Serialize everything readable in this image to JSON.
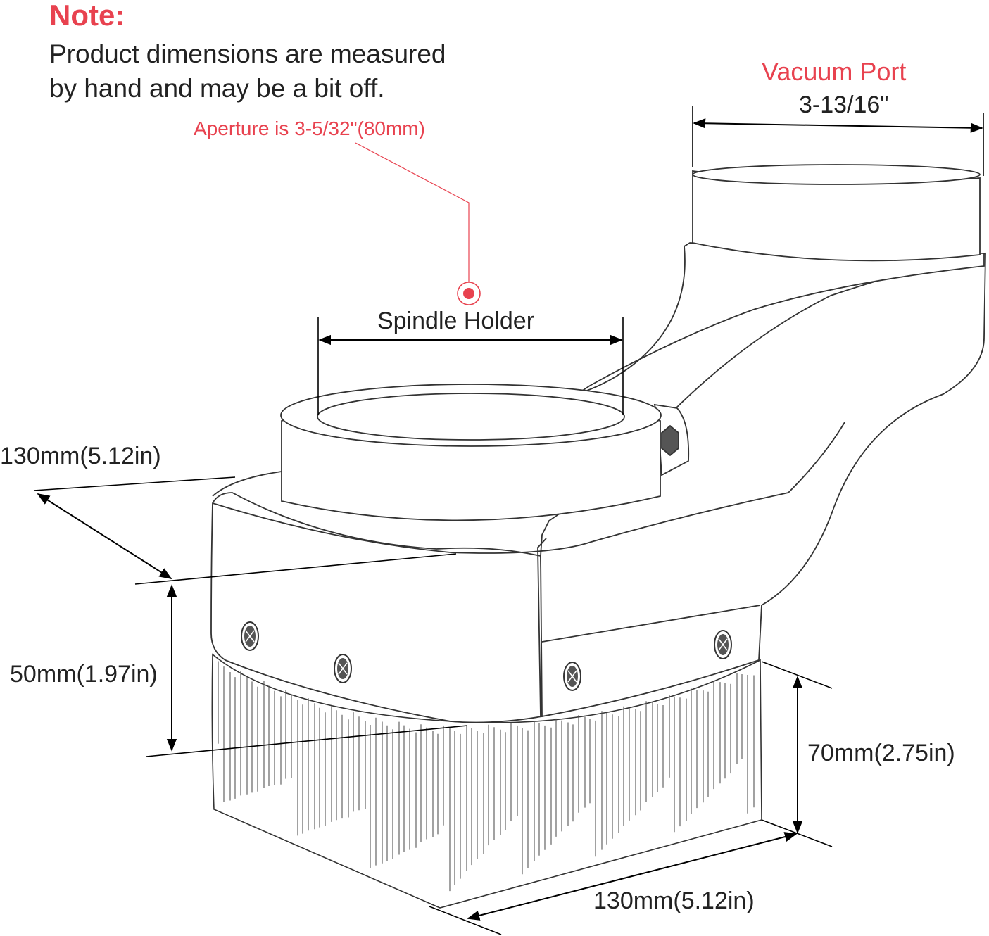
{
  "note": {
    "heading": "Note:",
    "line1": "Product dimensions are measured",
    "line2": "by hand and may be a bit off."
  },
  "aperture_label": "Aperture is 3-5/32\"(80mm)",
  "vacuum_port": {
    "label": "Vacuum Port",
    "size": "3-13/16\""
  },
  "spindle_holder": "Spindle Holder",
  "dimensions": {
    "depth_top": "130mm(5.12in)",
    "upper_height": "50mm(1.97in)",
    "brush_height": "70mm(2.75in)",
    "width_bottom": "130mm(5.12in)"
  },
  "colors": {
    "accent": "#e8424f",
    "line": "#333333",
    "text": "#222222"
  }
}
